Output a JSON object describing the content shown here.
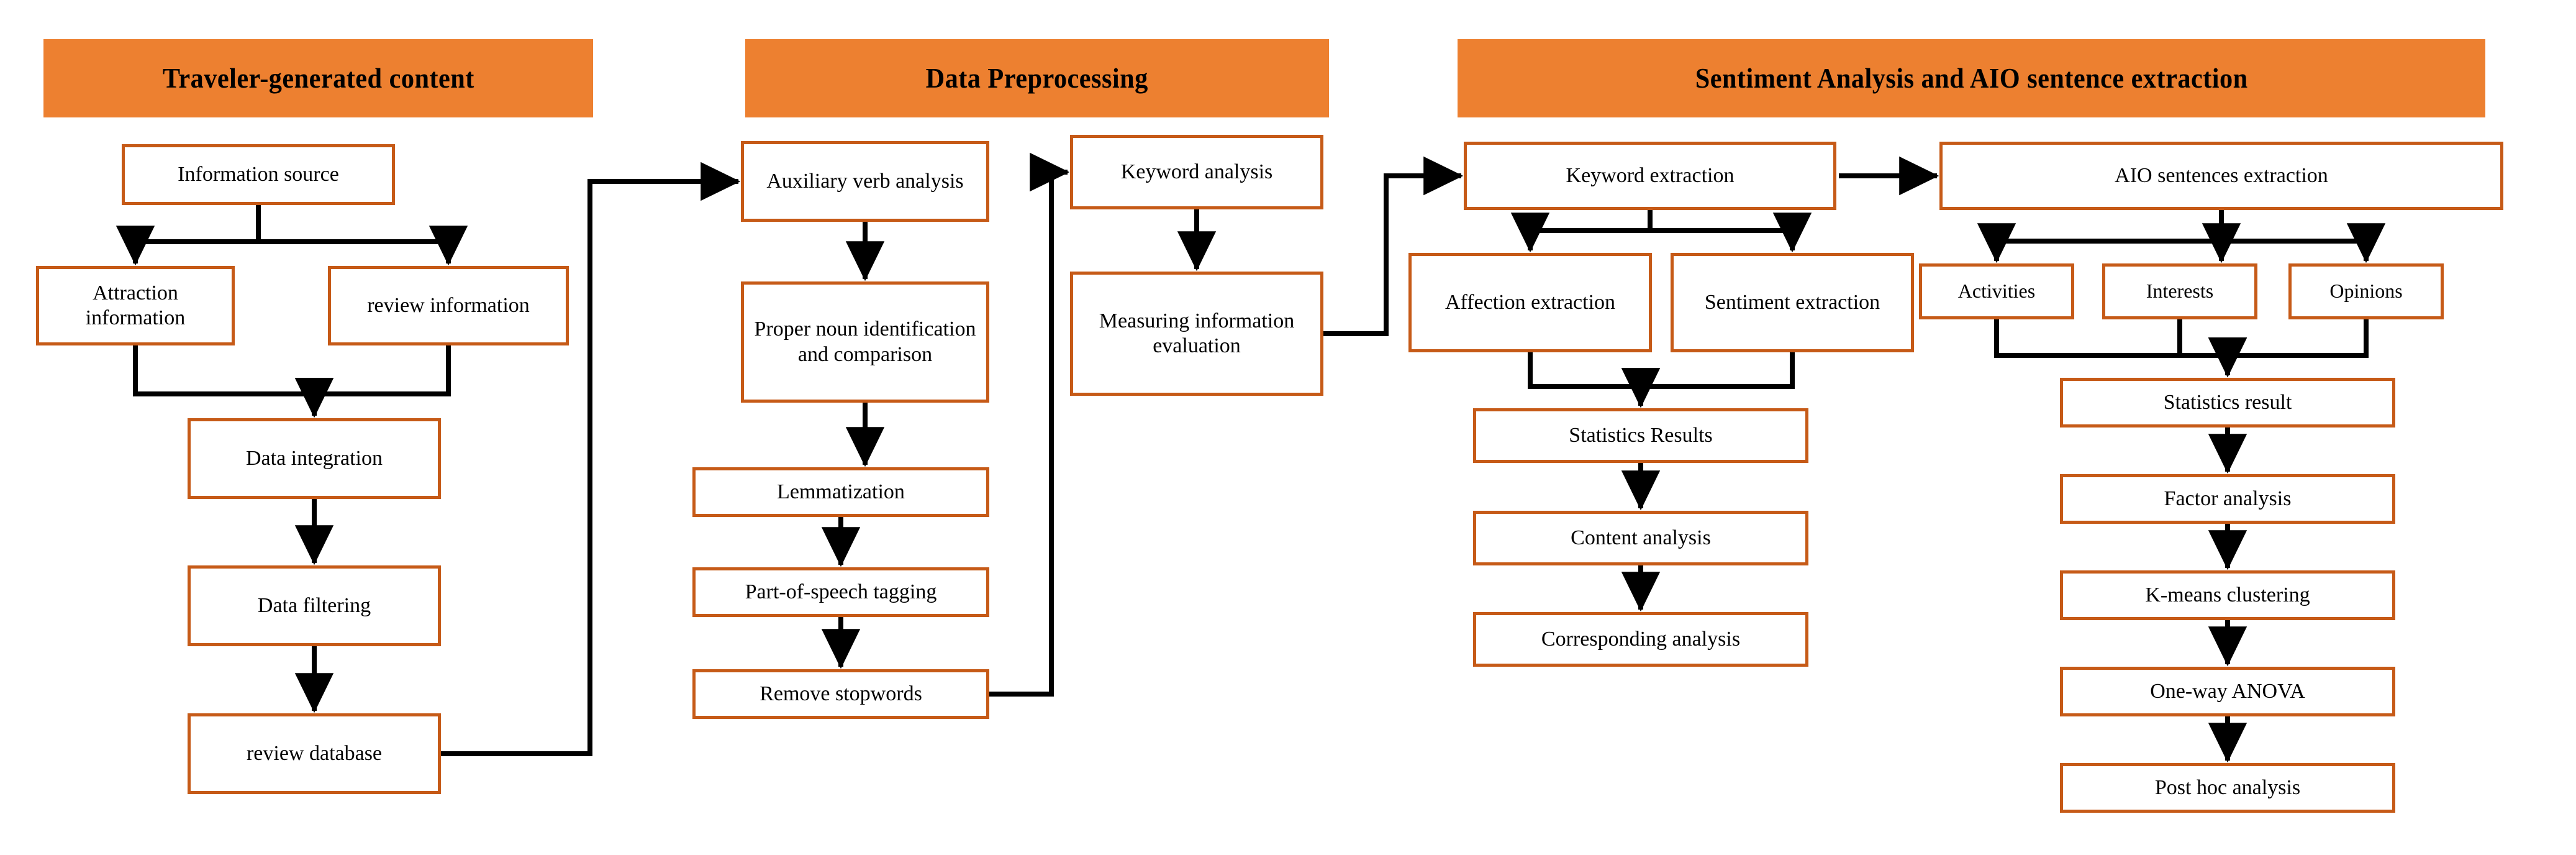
{
  "diagram": {
    "title": "Research framework flowchart",
    "accent_header_color": "#ED8030",
    "node_border_color": "#C65A17",
    "connector_color": "#000000",
    "background_color": "#FFFFFF"
  },
  "headers": [
    {
      "id": "h1",
      "label": "Traveler-generated content"
    },
    {
      "id": "h2",
      "label": "Data Preprocessing"
    },
    {
      "id": "h3",
      "label": "Sentiment Analysis and AIO sentence extraction"
    }
  ],
  "columns": [
    {
      "id": "col1",
      "header": "Traveler-generated content",
      "nodes": [
        {
          "id": "n1",
          "label": "Information source"
        },
        {
          "id": "n2",
          "label": "Attraction information"
        },
        {
          "id": "n3",
          "label": "review information"
        },
        {
          "id": "n4",
          "label": "Data integration"
        },
        {
          "id": "n5",
          "label": "Data filtering"
        },
        {
          "id": "n6",
          "label": "review database"
        }
      ]
    },
    {
      "id": "col2",
      "header": "Data Preprocessing",
      "nodes": [
        {
          "id": "n7",
          "label": "Auxiliary verb analysis"
        },
        {
          "id": "n8",
          "label": "Proper noun identification and comparison"
        },
        {
          "id": "n9",
          "label": "Lemmatization"
        },
        {
          "id": "n10",
          "label": "Part-of-speech tagging"
        },
        {
          "id": "n11",
          "label": "Remove stopwords"
        },
        {
          "id": "n12",
          "label": "Keyword analysis"
        },
        {
          "id": "n13",
          "label": "Measuring information evaluation"
        }
      ]
    },
    {
      "id": "col3",
      "header": "Sentiment Analysis and AIO sentence extraction",
      "nodes": [
        {
          "id": "n14",
          "label": "Keyword extraction"
        },
        {
          "id": "n15",
          "label": "Affection extraction"
        },
        {
          "id": "n16",
          "label": "Sentiment extraction"
        },
        {
          "id": "n17",
          "label": "Statistics Results"
        },
        {
          "id": "n18",
          "label": "Content analysis"
        },
        {
          "id": "n19",
          "label": "Corresponding analysis"
        },
        {
          "id": "n20",
          "label": "AIO sentences extraction"
        },
        {
          "id": "n21",
          "label": "Activities"
        },
        {
          "id": "n22",
          "label": "Interests"
        },
        {
          "id": "n23",
          "label": "Opinions"
        },
        {
          "id": "n24",
          "label": "Statistics result"
        },
        {
          "id": "n25",
          "label": "Factor analysis"
        },
        {
          "id": "n26",
          "label": "K-means clustering"
        },
        {
          "id": "n27",
          "label": "One-way ANOVA"
        },
        {
          "id": "n28",
          "label": "Post hoc analysis"
        }
      ]
    }
  ],
  "edges": [
    {
      "from": "n1",
      "to": "n2"
    },
    {
      "from": "n1",
      "to": "n3"
    },
    {
      "from": "n2",
      "to": "n4"
    },
    {
      "from": "n3",
      "to": "n4"
    },
    {
      "from": "n4",
      "to": "n5"
    },
    {
      "from": "n5",
      "to": "n6"
    },
    {
      "from": "n6",
      "to": "n7"
    },
    {
      "from": "n7",
      "to": "n8"
    },
    {
      "from": "n8",
      "to": "n9"
    },
    {
      "from": "n9",
      "to": "n10"
    },
    {
      "from": "n10",
      "to": "n11"
    },
    {
      "from": "n11",
      "to": "n12"
    },
    {
      "from": "n12",
      "to": "n13"
    },
    {
      "from": "n13",
      "to": "n14"
    },
    {
      "from": "n14",
      "to": "n15"
    },
    {
      "from": "n14",
      "to": "n16"
    },
    {
      "from": "n14",
      "to": "n20"
    },
    {
      "from": "n15",
      "to": "n17"
    },
    {
      "from": "n16",
      "to": "n17"
    },
    {
      "from": "n17",
      "to": "n18"
    },
    {
      "from": "n18",
      "to": "n19"
    },
    {
      "from": "n20",
      "to": "n21"
    },
    {
      "from": "n20",
      "to": "n22"
    },
    {
      "from": "n20",
      "to": "n23"
    },
    {
      "from": "n21",
      "to": "n24"
    },
    {
      "from": "n22",
      "to": "n24"
    },
    {
      "from": "n23",
      "to": "n24"
    },
    {
      "from": "n24",
      "to": "n25"
    },
    {
      "from": "n25",
      "to": "n26"
    },
    {
      "from": "n26",
      "to": "n27"
    },
    {
      "from": "n27",
      "to": "n28"
    }
  ]
}
